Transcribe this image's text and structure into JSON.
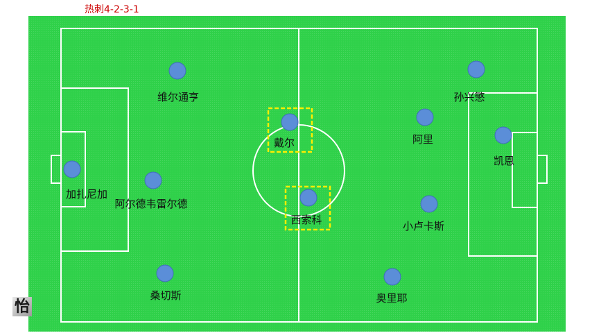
{
  "formation_title": "热刺4-2-3-1",
  "colors": {
    "pitch": "#2fd14a",
    "lines": "#ffffff",
    "player": "#5b8ed8",
    "highlight": "#ffee00",
    "title": "#cc0000"
  },
  "players": [
    {
      "name": "维尔通亨",
      "highlight": false
    },
    {
      "name": "加扎尼加",
      "highlight": false
    },
    {
      "name": "阿尔德韦雷尔德",
      "highlight": false
    },
    {
      "name": "桑切斯",
      "highlight": false
    },
    {
      "name": "戴尔",
      "highlight": true
    },
    {
      "name": "西索科",
      "highlight": true
    },
    {
      "name": "孙兴慜",
      "highlight": false
    },
    {
      "name": "阿里",
      "highlight": false
    },
    {
      "name": "凯恩",
      "highlight": false
    },
    {
      "name": "小卢卡斯",
      "highlight": false
    },
    {
      "name": "奥里耶",
      "highlight": false
    }
  ],
  "logo_glyph": "怡",
  "logo_icon": "calligraphy-seal-icon"
}
